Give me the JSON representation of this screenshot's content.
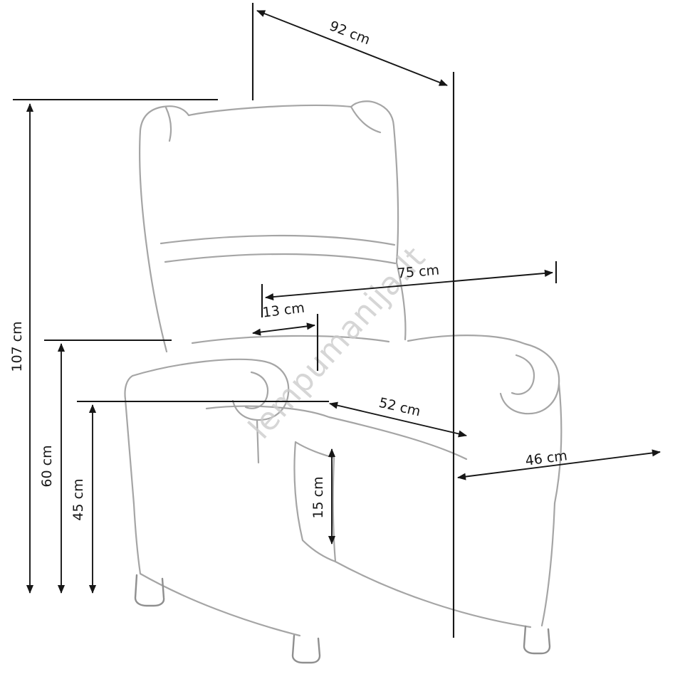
{
  "diagram": {
    "watermark": "lempumanija.lt",
    "labels": {
      "overall_depth": "92 cm",
      "overall_height": "107 cm",
      "armrest_height": "60 cm",
      "seat_height": "45 cm",
      "inner_width_75": "75 cm",
      "headrest_depth_13": "13 cm",
      "seat_width_52": "52 cm",
      "seat_depth_46": "46 cm",
      "footrest_height_15": "15 cm"
    },
    "colors": {
      "dimension": "#161616",
      "sketch": "#a5a5a5",
      "watermark": "#cccccc",
      "background": "#ffffff"
    }
  }
}
